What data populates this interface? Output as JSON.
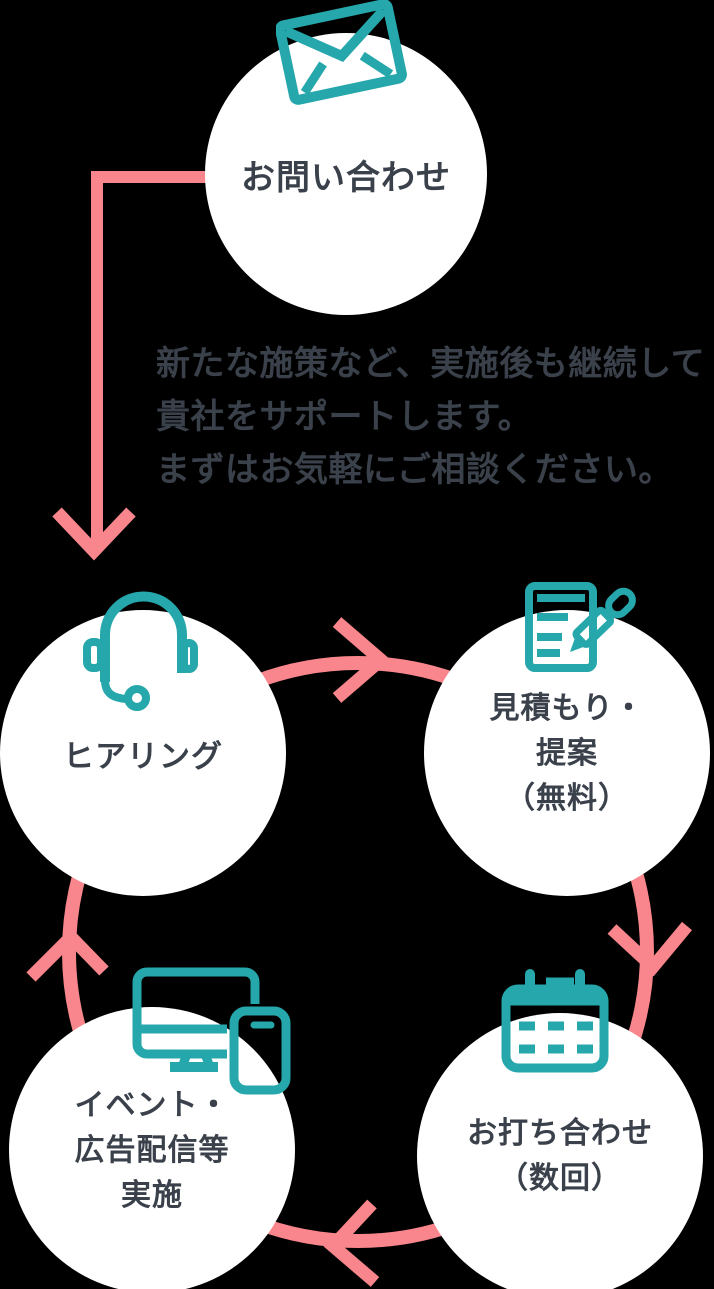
{
  "colors": {
    "background": "#000000",
    "circle_fill": "#FFFFFF",
    "arrow_pink": "#F9868C",
    "icon_teal": "#25A7AB",
    "text_dark": "#3A414B"
  },
  "inquiry_step": {
    "label": "お問い合わせ",
    "icon": "envelope-icon"
  },
  "description": {
    "lines": [
      "新たな施策など、実施後も継続して",
      "貴社をサポートします。",
      "まずはお気軽にご相談ください。"
    ]
  },
  "cycle_steps": [
    {
      "id": "hearing",
      "icon": "headset-icon",
      "lines": [
        "ヒアリング"
      ]
    },
    {
      "id": "estimate",
      "icon": "document-pencil-icon",
      "lines": [
        "見積もり・",
        "提案",
        "（無料）"
      ]
    },
    {
      "id": "meeting",
      "icon": "calendar-icon",
      "lines": [
        "お打ち合わせ",
        "（数回）"
      ]
    },
    {
      "id": "event",
      "icon": "devices-icon",
      "lines": [
        "イベント・",
        "広告配信等",
        "実施"
      ]
    }
  ],
  "flow": {
    "connector": "inquiry-to-hearing",
    "cycle_direction": "clockwise",
    "cycle_arrows": [
      "right",
      "down",
      "left",
      "up"
    ]
  }
}
